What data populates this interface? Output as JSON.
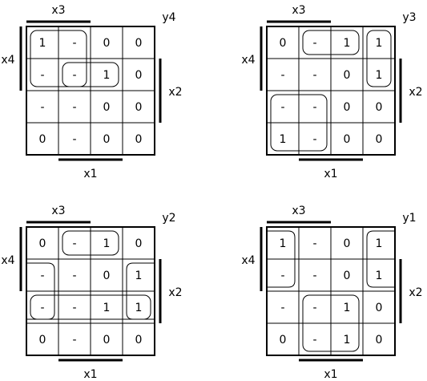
{
  "colors": {
    "line": "#000000",
    "background": "#ffffff"
  },
  "maps": [
    {
      "name": "y4",
      "top_label": "x3",
      "left_label": "x4",
      "right_label": "x2",
      "bottom_label": "x1",
      "cells": [
        [
          "1",
          "-",
          "0",
          "0"
        ],
        [
          "-",
          "-",
          "1",
          "0"
        ],
        [
          "-",
          "-",
          "0",
          "0"
        ],
        [
          "0",
          "-",
          "0",
          "0"
        ]
      ],
      "groups": [
        {
          "r0": 0,
          "c0": 0,
          "r1": 1,
          "c1": 1
        },
        {
          "r0": 1,
          "c0": 1,
          "r1": 1,
          "c1": 2
        }
      ]
    },
    {
      "name": "y3",
      "top_label": "x3",
      "left_label": "x4",
      "right_label": "x2",
      "bottom_label": "x1",
      "cells": [
        [
          "0",
          "-",
          "1",
          "1"
        ],
        [
          "-",
          "-",
          "0",
          "1"
        ],
        [
          "-",
          "-",
          "0",
          "0"
        ],
        [
          "1",
          "-",
          "0",
          "0"
        ]
      ],
      "groups": [
        {
          "r0": 0,
          "c0": 1,
          "r1": 0,
          "c1": 2
        },
        {
          "r0": 0,
          "c0": 3,
          "r1": 1,
          "c1": 3
        },
        {
          "r0": 2,
          "c0": 0,
          "r1": 3,
          "c1": 1
        }
      ]
    },
    {
      "name": "y2",
      "top_label": "x3",
      "left_label": "x4",
      "right_label": "x2",
      "bottom_label": "x1",
      "cells": [
        [
          "0",
          "-",
          "1",
          "0"
        ],
        [
          "-",
          "-",
          "0",
          "1"
        ],
        [
          "-",
          "-",
          "1",
          "1"
        ],
        [
          "0",
          "-",
          "0",
          "0"
        ]
      ],
      "groups": [
        {
          "r0": 0,
          "c0": 1,
          "r1": 0,
          "c1": 2
        },
        {
          "r0": 2,
          "c0": 0,
          "r1": 2,
          "c1": 3
        },
        {
          "r0": 1,
          "c0": 0,
          "r1": 2,
          "c1": 0,
          "open": "left"
        },
        {
          "r0": 1,
          "c0": 3,
          "r1": 2,
          "c1": 3,
          "open": "right"
        }
      ]
    },
    {
      "name": "y1",
      "top_label": "x3",
      "left_label": "x4",
      "right_label": "x2",
      "bottom_label": "x1",
      "cells": [
        [
          "1",
          "-",
          "0",
          "1"
        ],
        [
          "-",
          "-",
          "0",
          "1"
        ],
        [
          "-",
          "-",
          "1",
          "0"
        ],
        [
          "0",
          "-",
          "1",
          "0"
        ]
      ],
      "groups": [
        {
          "r0": 0,
          "c0": 0,
          "r1": 1,
          "c1": 0,
          "open": "left"
        },
        {
          "r0": 0,
          "c0": 3,
          "r1": 1,
          "c1": 3,
          "open": "right"
        },
        {
          "r0": 2,
          "c0": 1,
          "r1": 3,
          "c1": 2
        }
      ]
    }
  ]
}
